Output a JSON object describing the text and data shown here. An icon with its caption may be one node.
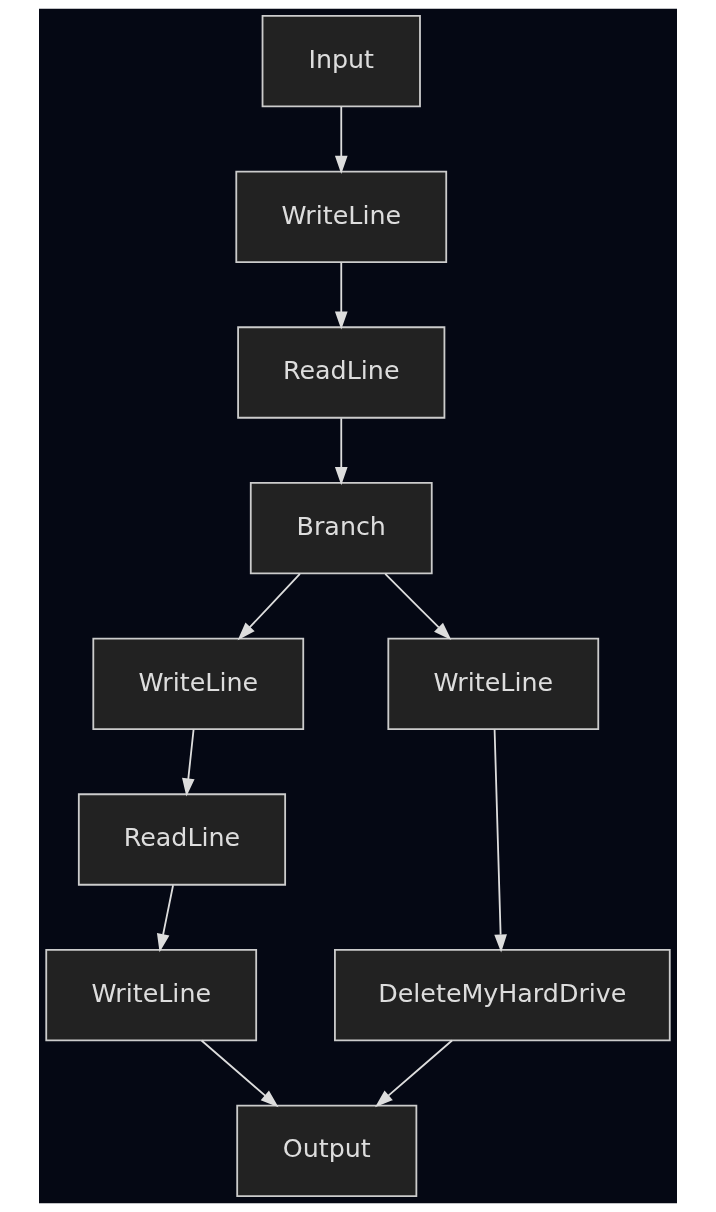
{
  "diagram": {
    "nodes": [
      {
        "text": [
          "Input"
        ]
      },
      {
        "text": [
          "WriteLine"
        ]
      },
      {
        "text": [
          "ReadLine"
        ]
      },
      {
        "text": [
          "Branch"
        ]
      },
      {
        "text": [
          "WriteLine"
        ]
      },
      {
        "text": [
          "WriteLine"
        ]
      },
      {
        "text": [
          "ReadLine"
        ]
      },
      {
        "text": [
          "DeleteMyHardDrive"
        ]
      },
      {
        "text": [
          "WriteLine"
        ]
      },
      {
        "text": [
          "Output"
        ]
      }
    ],
    "edges": [
      {
        "from": 0,
        "to": 1,
        "arrow": "to"
      },
      {
        "from": 1,
        "to": 2,
        "arrow": "to"
      },
      {
        "from": 2,
        "to": 3,
        "arrow": "to"
      },
      {
        "from": 3,
        "to": 5,
        "arrow": "to"
      },
      {
        "from": 3,
        "to": 4,
        "arrow": "to"
      },
      {
        "from": 5,
        "to": 7,
        "arrow": "to"
      },
      {
        "from": 4,
        "to": 6,
        "arrow": "to"
      },
      {
        "from": 6,
        "to": 8,
        "arrow": "to"
      },
      {
        "from": 7,
        "to": 9,
        "arrow": "to"
      },
      {
        "from": 8,
        "to": 9,
        "arrow": "to"
      }
    ]
  }
}
